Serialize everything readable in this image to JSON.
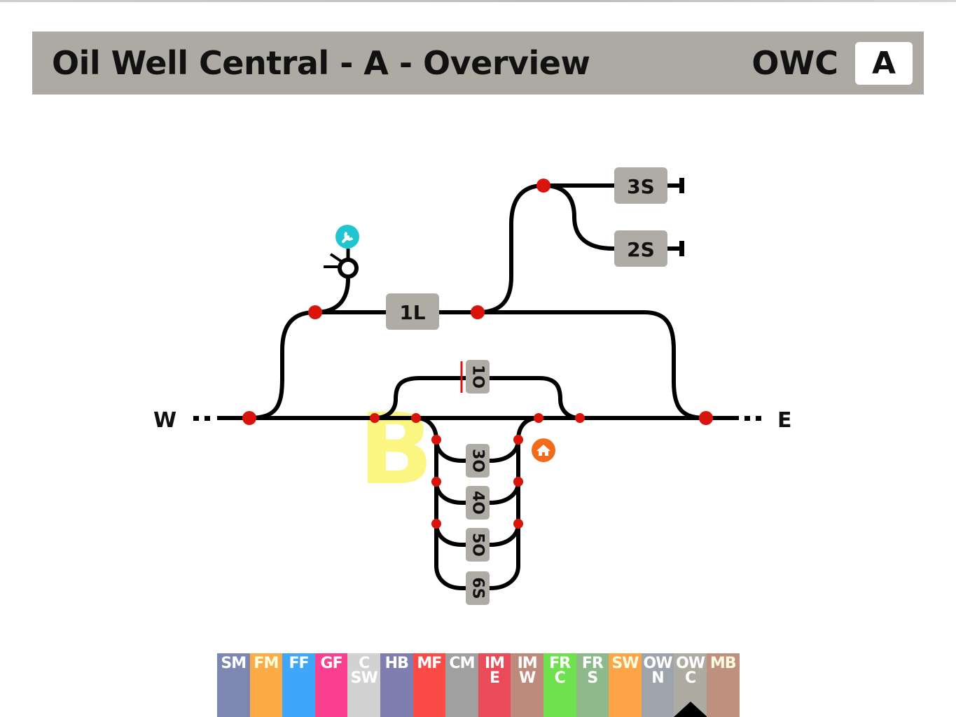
{
  "header": {
    "title": "Oil Well Central - A - Overview",
    "station_code": "OWC",
    "variant": "A"
  },
  "map": {
    "directions": {
      "west": "W",
      "east": "E"
    },
    "zone_marker": "B",
    "platforms": {
      "p1L": "1L",
      "p2S": "2S",
      "p3S": "3S",
      "p1O": "1O",
      "p3O": "3O",
      "p4O": "4O",
      "p5O": "5O",
      "p6S": "6S"
    },
    "icons": {
      "maintenance": "wrench-icon",
      "home": "home-icon",
      "signal": "signal-icon"
    },
    "colors": {
      "track": "#000000",
      "junction": "#d8140c",
      "platform": "#aeaca5",
      "maintenance": "#1fc6cf",
      "home": "#f26b1d",
      "zone_marker": "#fbf57c",
      "stop_marker": "#e01010"
    }
  },
  "nav": {
    "active": "OWC",
    "tabs": [
      {
        "id": "SM",
        "line1": "SM",
        "line2": "",
        "color": "#7e86b2",
        "text": "#ffffff"
      },
      {
        "id": "FM",
        "line1": "FM",
        "line2": "",
        "color": "#fdab47",
        "text": "#ffffe0"
      },
      {
        "id": "FF",
        "line1": "FF",
        "line2": "",
        "color": "#3fa7f9",
        "text": "#ffffff"
      },
      {
        "id": "GF",
        "line1": "GF",
        "line2": "",
        "color": "#fb3f8f",
        "text": "#ffffff"
      },
      {
        "id": "CSW",
        "line1": "C",
        "line2": "SW",
        "color": "#d2d2d2",
        "text": "#ffffff"
      },
      {
        "id": "HB",
        "line1": "HB",
        "line2": "",
        "color": "#7f7eb1",
        "text": "#ffffff"
      },
      {
        "id": "MF",
        "line1": "MF",
        "line2": "",
        "color": "#fc4a47",
        "text": "#ffffff"
      },
      {
        "id": "CM",
        "line1": "CM",
        "line2": "",
        "color": "#a1a0a0",
        "text": "#ffffff"
      },
      {
        "id": "IME",
        "line1": "IM",
        "line2": "E",
        "color": "#e94c58",
        "text": "#ffffff"
      },
      {
        "id": "IMW",
        "line1": "IM",
        "line2": "W",
        "color": "#bd8a7b",
        "text": "#ffffff"
      },
      {
        "id": "FRC",
        "line1": "FR",
        "line2": "C",
        "color": "#6fe14e",
        "text": "#ffffff"
      },
      {
        "id": "FRS",
        "line1": "FR",
        "line2": "S",
        "color": "#8eb98b",
        "text": "#ffffff"
      },
      {
        "id": "SW",
        "line1": "SW",
        "line2": "",
        "color": "#fda546",
        "text": "#ffffe0"
      },
      {
        "id": "OWN",
        "line1": "OW",
        "line2": "N",
        "color": "#9ea4ab",
        "text": "#ffffff"
      },
      {
        "id": "OWC",
        "line1": "OW",
        "line2": "C",
        "color": "#aeaca2",
        "text": "#ffffff"
      },
      {
        "id": "MB",
        "line1": "MB",
        "line2": "",
        "color": "#c0907e",
        "text": "#fffbe0"
      }
    ]
  }
}
